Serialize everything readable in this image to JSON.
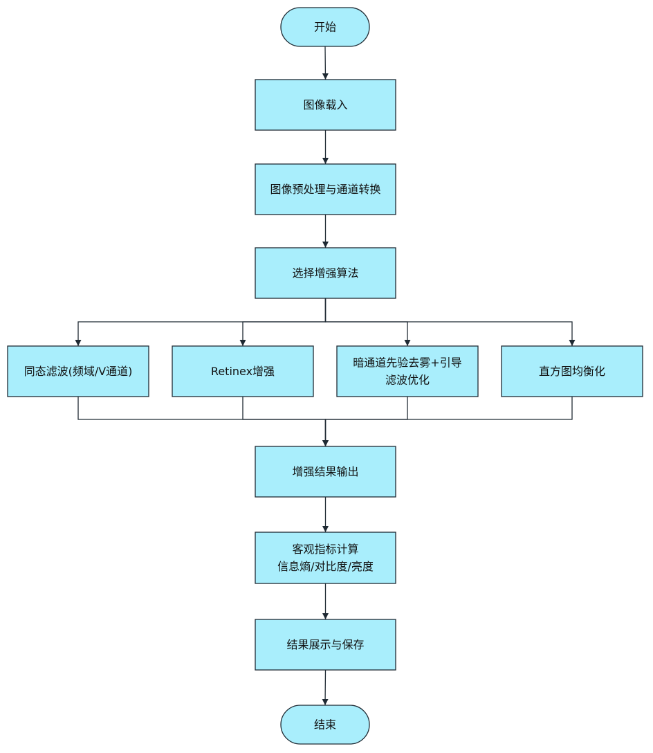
{
  "diagram": {
    "type": "flowchart",
    "fill_color": "#a9eefc",
    "line_color": "#1f2a33",
    "nodes": {
      "start": {
        "shape": "terminal",
        "lines": [
          "开始"
        ]
      },
      "load": {
        "shape": "process",
        "lines": [
          "图像载入"
        ]
      },
      "preprocess": {
        "shape": "process",
        "lines": [
          "图像预处理与通道转换"
        ]
      },
      "select": {
        "shape": "process",
        "lines": [
          "选择增强算法"
        ]
      },
      "homomorphic": {
        "shape": "process",
        "lines": [
          "同态滤波(频域/V通道)"
        ]
      },
      "retinex": {
        "shape": "process",
        "lines": [
          "Retinex增强"
        ]
      },
      "dark_channel": {
        "shape": "process",
        "lines": [
          "暗通道先验去雾+引导",
          "滤波优化"
        ]
      },
      "histogram": {
        "shape": "process",
        "lines": [
          "直方图均衡化"
        ]
      },
      "output": {
        "shape": "process",
        "lines": [
          "增强结果输出"
        ]
      },
      "metrics": {
        "shape": "process",
        "lines": [
          "客观指标计算",
          "信息熵/对比度/亮度"
        ]
      },
      "display": {
        "shape": "process",
        "lines": [
          "结果展示与保存"
        ]
      },
      "end": {
        "shape": "terminal",
        "lines": [
          "结束"
        ]
      }
    },
    "edges": [
      [
        "start",
        "load"
      ],
      [
        "load",
        "preprocess"
      ],
      [
        "preprocess",
        "select"
      ],
      [
        "select",
        "homomorphic"
      ],
      [
        "select",
        "retinex"
      ],
      [
        "select",
        "dark_channel"
      ],
      [
        "select",
        "histogram"
      ],
      [
        "homomorphic",
        "output"
      ],
      [
        "retinex",
        "output"
      ],
      [
        "dark_channel",
        "output"
      ],
      [
        "histogram",
        "output"
      ],
      [
        "output",
        "metrics"
      ],
      [
        "metrics",
        "display"
      ],
      [
        "display",
        "end"
      ]
    ]
  }
}
